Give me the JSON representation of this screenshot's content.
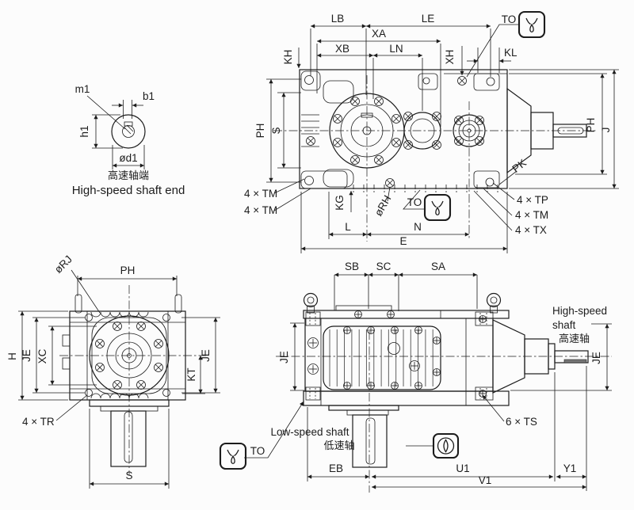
{
  "colors": {
    "ink": "#1c1c1c",
    "paper": "#fcfcfc"
  },
  "views": {
    "shaft_end": {
      "m1": "m1",
      "b1": "b1",
      "h1": "h1",
      "od1": "ød1",
      "caption_zh": "高速轴端",
      "caption_en": "High-speed shaft end"
    },
    "top_view": {
      "lb": "LB",
      "le": "LE",
      "xa": "XA",
      "xb": "XB",
      "ln": "LN",
      "kh": "KH",
      "xh": "XH",
      "kl": "KL",
      "to_top": "TO",
      "ph_left": "PH",
      "s": "S",
      "ph_right": "PH",
      "j": "J",
      "pk": "PK",
      "tm_a": "4 × TM",
      "tm_b": "4 × TM",
      "kg": "KG",
      "rh": "øRH",
      "to_bottom": "TO",
      "tp": "4 × TP",
      "tm_c": "4 × TM",
      "tx": "4 × TX",
      "l": "L",
      "n": "N",
      "e": "E"
    },
    "output_view": {
      "rj": "øRJ",
      "ph": "PH",
      "h": "H",
      "je_left": "JE",
      "xc": "XC",
      "kt": "KT",
      "je_right": "JE",
      "tr": "4 × TR",
      "s": "S"
    },
    "side_view": {
      "sb": "SB",
      "sc": "SC",
      "sa": "SA",
      "je_left": "JE",
      "je_right": "JE",
      "hs_line1": "High-speed",
      "hs_line2": "shaft",
      "hs_zh": "高速轴",
      "ts": "6 × TS",
      "ls_en": "Low-speed shaft",
      "ls_zh": "低速轴",
      "to": "TO",
      "eb": "EB",
      "u1": "U1",
      "v1": "V1",
      "y1": "Y1"
    }
  }
}
